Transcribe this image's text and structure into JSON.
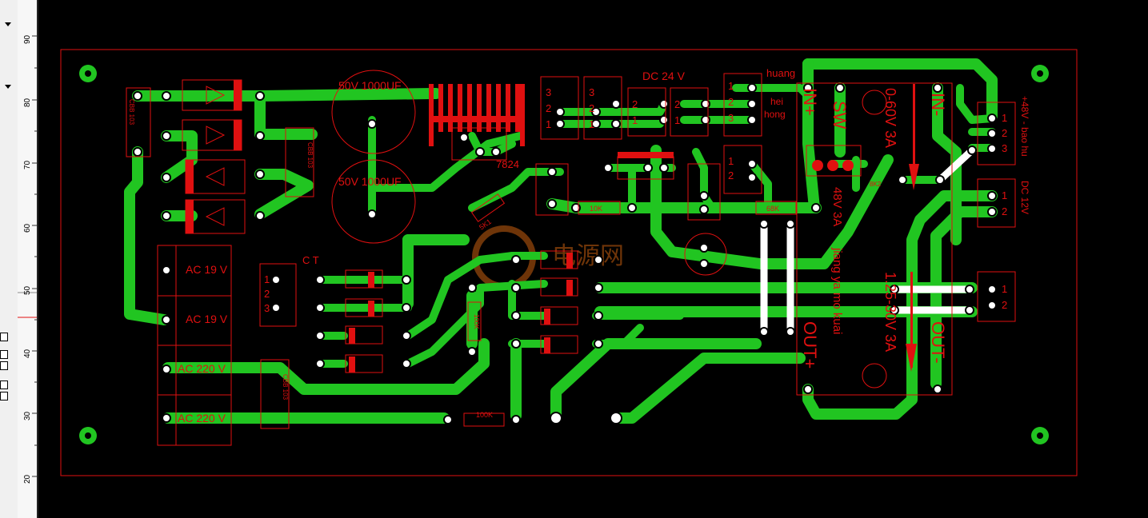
{
  "ruler": {
    "labels": [
      "90",
      "80",
      "70",
      "60",
      "50",
      "40",
      "30",
      "20"
    ]
  },
  "labels": {
    "cap1": "50V 1000UF",
    "cap2": "50V 1000UF",
    "reg": "7824",
    "dc24": "DC 24 V",
    "huang": "huang",
    "hei": "hei",
    "hong": "hong",
    "in_plus": "IN+",
    "sw": "SW",
    "in_minus": "IN-",
    "range_in": "0-60V 3A",
    "plus48": "+48V - bao hu",
    "dc12": "DC 12V",
    "out_plus": "OUT+",
    "out_minus": "OUT-",
    "range_out": "1.25-30V 3A",
    "module_name": "jiang ya mo kuai",
    "mid48": "48V 3A",
    "ct": "C T",
    "ac19a": "AC 19 V",
    "ac19b": "AC 19 V",
    "ac220a": "AC 220 V",
    "ac220b": "AC 220 V",
    "r5k1": "5K1",
    "r10k": "10K",
    "r68k": "68K",
    "r100k_v": "100K",
    "r100k_h": "100K",
    "cbb103a": "CBB 103",
    "cbb103b": "CBB 103",
    "cbb103c": "CBB 103",
    "r8k2": "8K2",
    "watermark": "电源网"
  },
  "colors": {
    "trace": "#21c521",
    "silk": "#e01010",
    "pad": "#ffffff",
    "background": "#000000"
  }
}
